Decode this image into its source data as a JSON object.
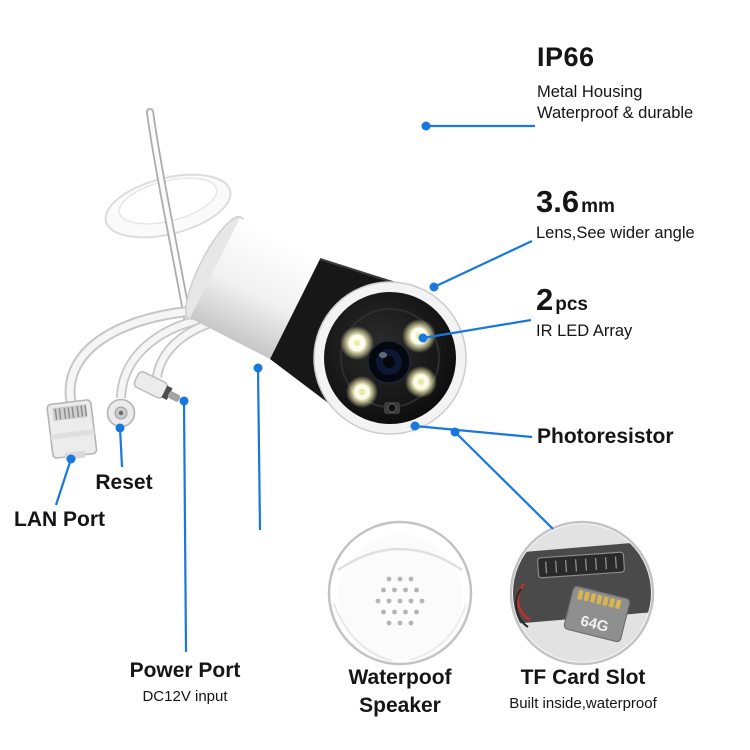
{
  "colors": {
    "callout_blue": "#1878dd",
    "text": "#151515",
    "background": "#ffffff"
  },
  "callouts": {
    "ip66": {
      "title": "IP66",
      "desc1": "Metal Housing",
      "desc2": "Waterproof & durable"
    },
    "lens": {
      "value": "3.6",
      "unit": "mm",
      "desc": "Lens,See wider angle"
    },
    "ir_led": {
      "value": "2",
      "unit": "pcs",
      "desc": "IR LED Array"
    },
    "photoresistor": {
      "label": "Photoresistor"
    },
    "reset": {
      "label": "Reset"
    },
    "lan_port": {
      "label": "LAN Port"
    },
    "power_port": {
      "label": "Power Port",
      "desc": "DC12V input"
    },
    "speaker": {
      "line1": "Waterpoof",
      "line2": "Speaker"
    },
    "tf_card": {
      "label": "TF Card Slot",
      "desc": "Built inside,waterproof"
    }
  },
  "insets": {
    "tf_card_text": "64G"
  }
}
